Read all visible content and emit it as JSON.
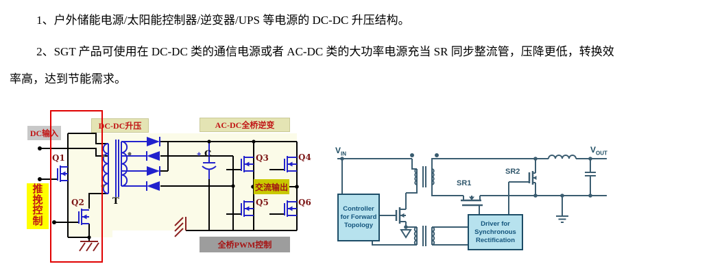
{
  "paragraphs": {
    "p1": "1、户外储能电源/太阳能控制器/逆变器/UPS 等电源的 DC-DC 升压结构。",
    "p2": "2、SGT 产品可使用在 DC-DC 类的通信电源或者 AC-DC 类的大功率电源充当 SR 同步整流管，压降更低，转换效率高，达到节能需求。"
  },
  "left_diagram": {
    "labels": {
      "dc_input": "DC输入",
      "dcdc_boost": "DC-DC升压",
      "acdc_inverter": "AC-DC全桥逆变",
      "push_pull_control": "推挽控制",
      "ac_output": "交流输出",
      "pwm_control": "全桥PWM控制",
      "q1": "Q1",
      "q2": "Q2",
      "q3": "Q3",
      "q4": "Q4",
      "q5": "Q5",
      "q6": "Q6",
      "transformer": "T",
      "cap_plus": "+",
      "cap_name": "C"
    },
    "colors": {
      "component_blue": "#2121CC",
      "wire_black": "#000000",
      "annotation_red": "#E00000",
      "label_text_red": "#C01414",
      "ground_dark_red": "#8B2020",
      "cream_background": "#FBFBE8",
      "khaki_label": "#E4E4B4",
      "yellow_label": "#FFFF00",
      "olive_label": "#C9C900",
      "gray_label": "#C8C8C8",
      "dark_gray_label": "#9D9D9D"
    }
  },
  "right_diagram": {
    "labels": {
      "vin_v": "V",
      "vin_sub": "IN",
      "vout_v": "V",
      "vout_sub": "OUT",
      "sr1": "SR1",
      "sr2": "SR2",
      "controller_box": [
        "Controller",
        "for Forward",
        "Topology"
      ],
      "driver_box": [
        "Driver for",
        "Synchronous",
        "Rectification"
      ]
    },
    "colors": {
      "wire_slate": "#3A5C70",
      "box_fill": "#B7E2EE",
      "box_border": "#1C4C66",
      "box_text": "#14557D"
    }
  }
}
